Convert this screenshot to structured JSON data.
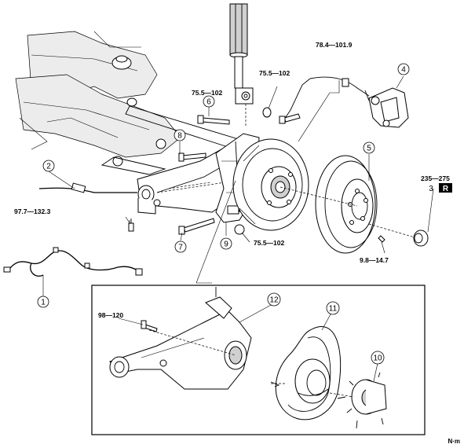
{
  "callouts": {
    "c1": "1",
    "c2": "2",
    "c3": "3",
    "c4": "4",
    "c5": "5",
    "c6": "6",
    "c7": "7",
    "c8": "8",
    "c9": "9",
    "c10": "10",
    "c11": "11",
    "c12": "12"
  },
  "torques": {
    "t_caliper": "78.4—101.9",
    "t_shock_bolt": "75.5—102",
    "t_shock_nut": "75.5—102",
    "t_hub_nut": "235—275",
    "t_lower_nut": "75.5—102",
    "t_rotor_screw": "9.8—14.7",
    "t_trailing_arm": "97.7—132.3",
    "t_detail_bolt": "98—120"
  },
  "badge": {
    "replace": "R"
  },
  "unit": "N·m"
}
